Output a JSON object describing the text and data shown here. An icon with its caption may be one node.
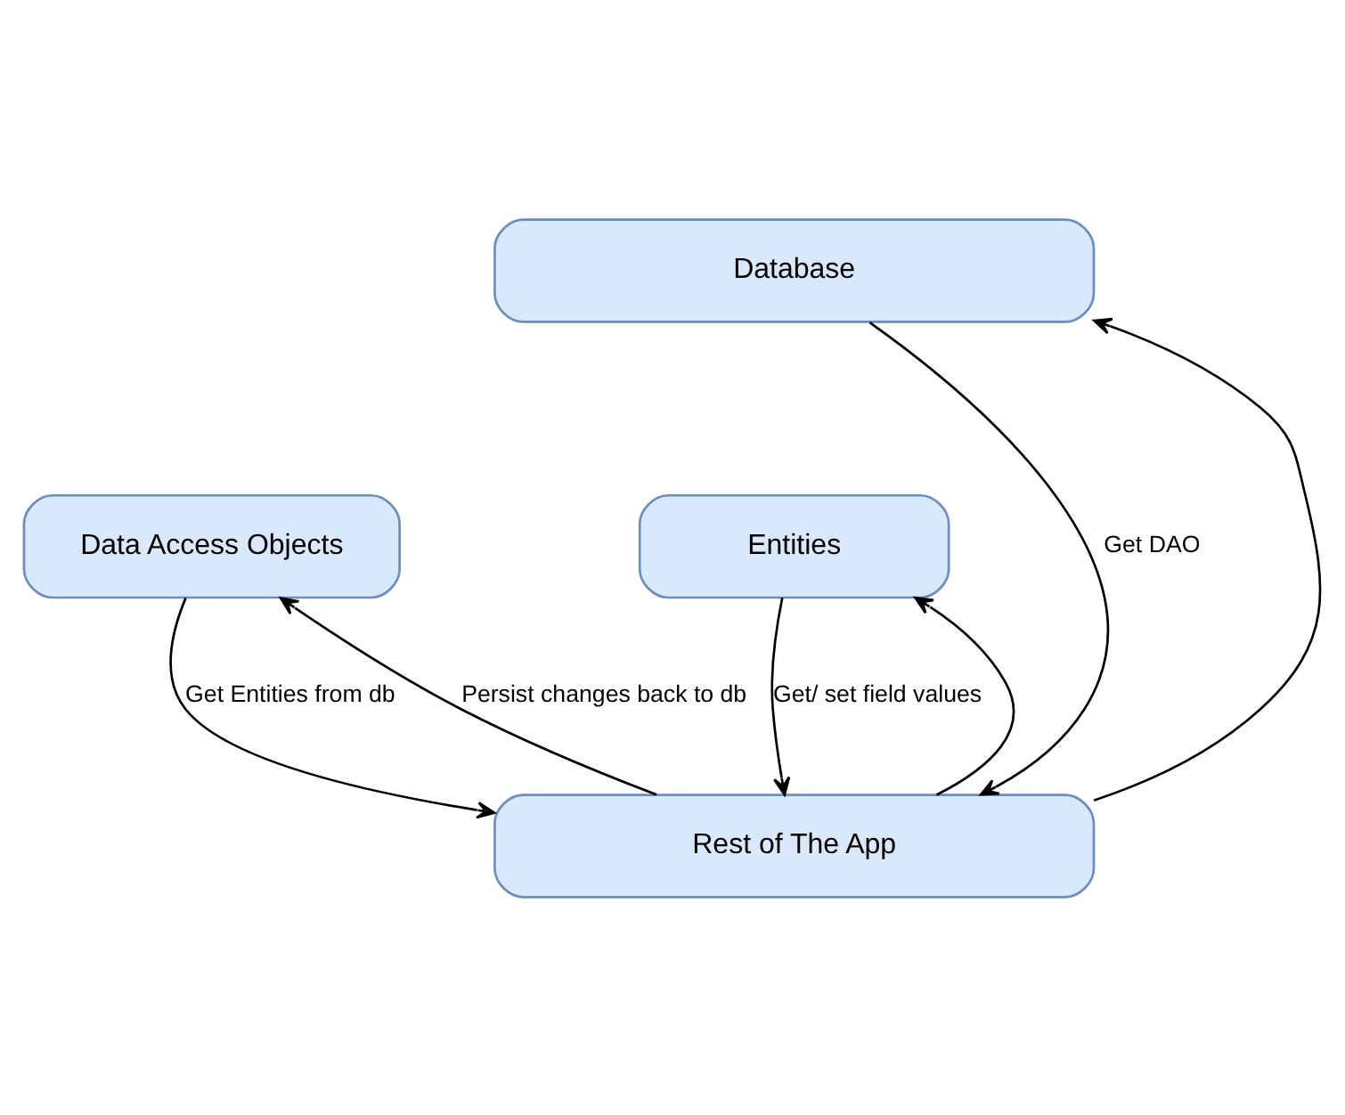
{
  "diagram": {
    "nodes": [
      {
        "text": [
          "Database"
        ]
      },
      {
        "text": [
          "Data Access Objects"
        ]
      },
      {
        "text": [
          "Entities"
        ]
      },
      {
        "text": [
          "Rest of The App"
        ]
      }
    ],
    "edges": [
      {
        "from": 3,
        "to": 0,
        "arrow": "to"
      },
      {
        "from": 0,
        "to": 3,
        "arrow": "to",
        "label": "Get DAO"
      },
      {
        "from": 3,
        "to": 1,
        "arrow": "to",
        "label": "Persist changes back to db"
      },
      {
        "from": 1,
        "to": 3,
        "arrow": "to",
        "label": "Get Entities from db"
      },
      {
        "from": 3,
        "to": 2,
        "arrow": "to"
      },
      {
        "from": 2,
        "to": 3,
        "arrow": "to",
        "label": "Get/ set field values"
      }
    ]
  }
}
